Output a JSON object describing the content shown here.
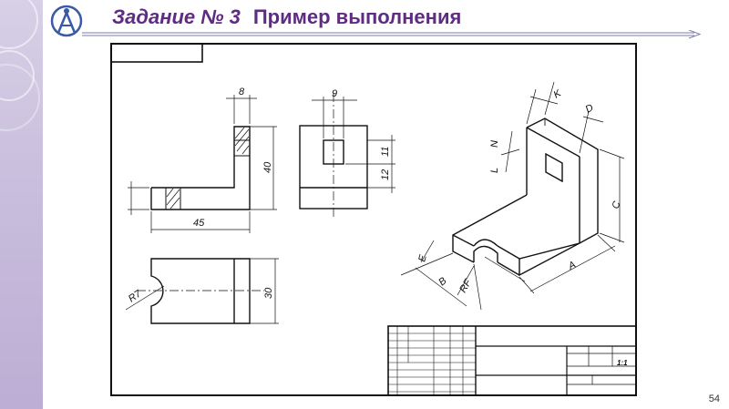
{
  "slide": {
    "title_task": "Задание № 3",
    "title_subtitle": "Пример выполнения",
    "page_number": "54",
    "accent_color": "#5e2c82"
  },
  "dimensions": {
    "d8": "8",
    "d9": "9",
    "d40": "40",
    "d11": "11",
    "d12": "12",
    "d45": "45",
    "d30": "30",
    "r7": "R7",
    "k": "K",
    "d": "D",
    "n": "N",
    "l": "L",
    "c": "C",
    "e": "E",
    "b": "B",
    "rf": "RF",
    "a": "A"
  },
  "title_block": {
    "scale": "1:1"
  }
}
